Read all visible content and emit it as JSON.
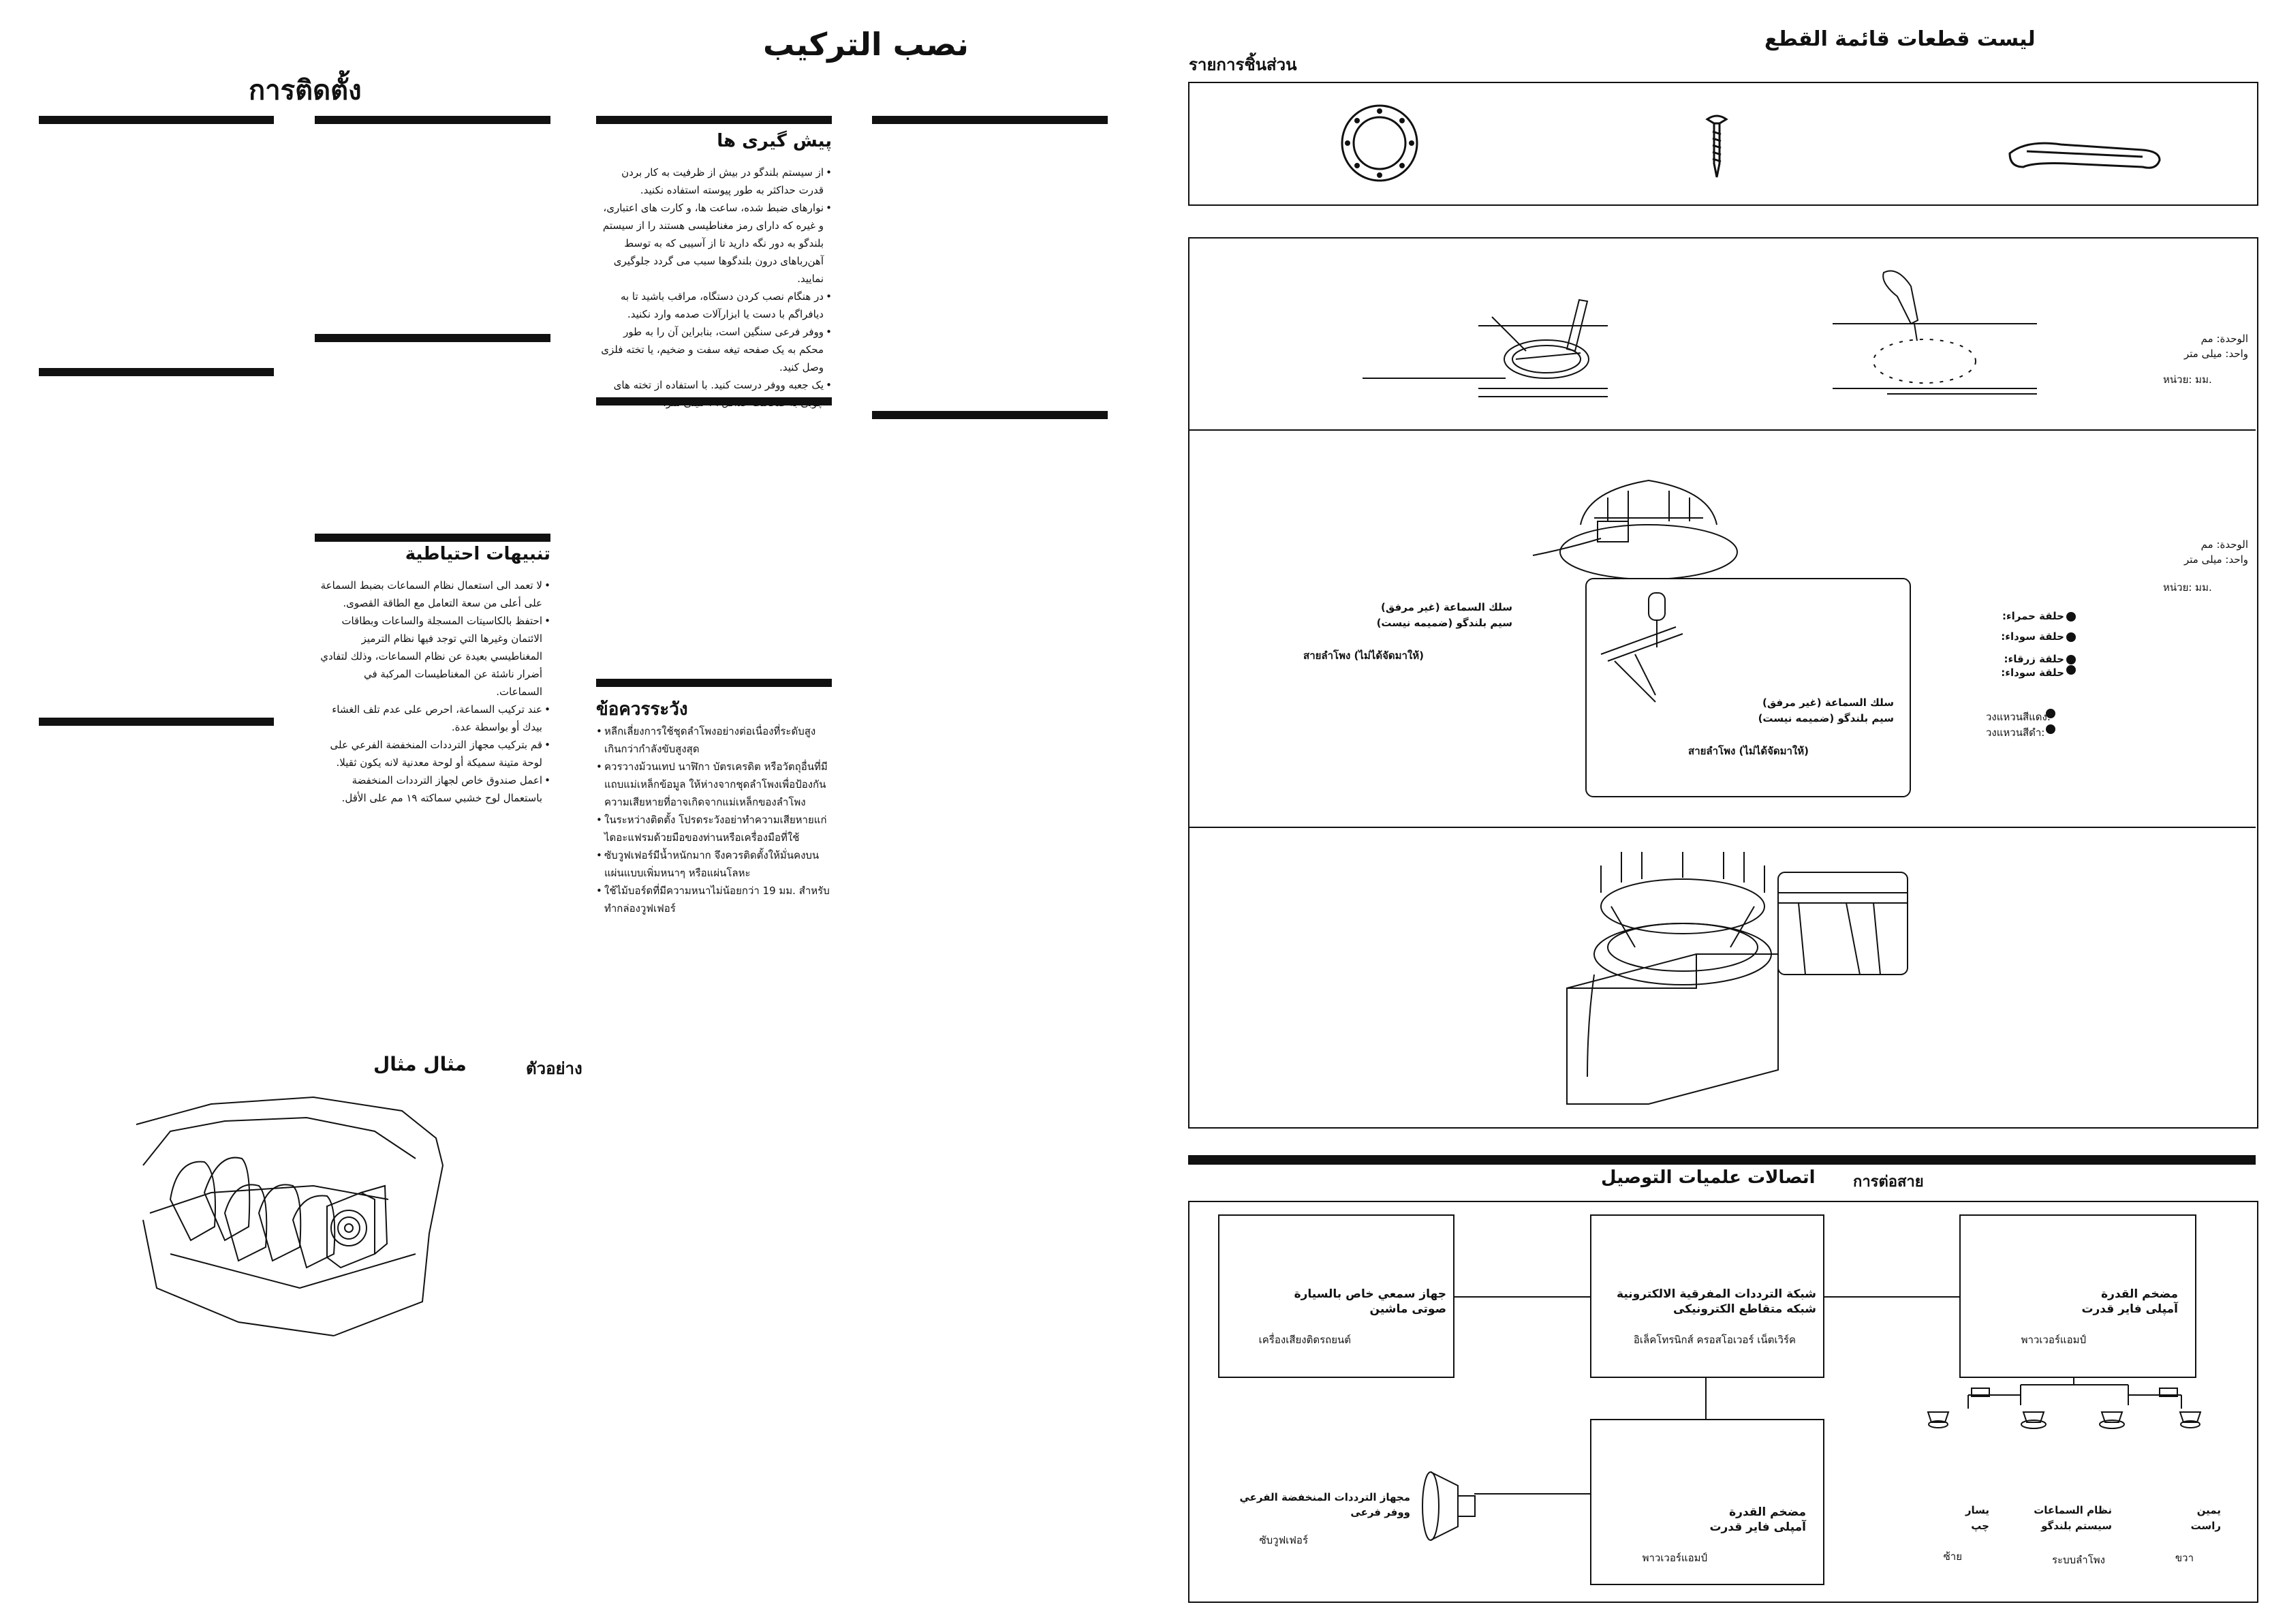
{
  "left_page": {
    "title_arabic": "نصب التركيب",
    "title_thai": "การติดตั้ง",
    "persian_precautions": {
      "title": "پیش گیری ها",
      "items": [
        "از سیستم بلندگو در بیش از ظرفیت به کار بردن قدرت حداکثر به طور پیوسته استفاده نکنید.",
        "نوارهای ضبط شده، ساعت ها، و کارت های اعتباری، و غیره که دارای رمز مغناطیسی هستند را از سیستم بلندگو به دور نگه دارید تا از آسیبی که به توسط آهن‌رباهای درون بلندگوها سبب می گردد جلوگیری نمایید.",
        "در هنگام نصب کردن دستگاه، مراقب باشید تا به دیافراگم با دست یا ابزارآلات صدمه وارد نکنید.",
        "ووفر فرعی سنگین است، بنابراین آن را به طور محکم به یک صفحه تیغه سفت و ضخیم، یا تخته فلزی وصل کنید.",
        "یک جعبه ووفر درست کنید. با استفاده از تخته های چوبی به ضخامت حداقل ۱۹ میلی متر."
      ]
    },
    "arabic_precautions": {
      "title": "تنبيهات احتياطية",
      "items": [
        "لا تعمد الى استعمال نظام السماعات بضبط السماعة على أعلى من سعة التعامل مع الطاقة القصوى.",
        "احتفظ بالكاسيتات المسجلة والساعات وبطاقات الائتمان وغيرها التي توجد فيها نظام الترميز المغناطيسي بعيدة عن نظام السماعات، وذلك لتفادي أضرار ناشئة عن المغناطيسات المركبة في السماعات.",
        "عند تركيب السماعة، احرص على عدم تلف الغشاء بيدك أو بواسطة عدة.",
        "قم بتركيب مجهاز الترددات المنخفضة الفرعي على لوحة متينة سميكة أو لوحة معدنية لانه يكون ثقيلا.",
        "اعمل صندوق خاص لجهاز الترددات المنخفضة باستعمال لوح خشبي سماكته ١٩ مم على الأقل."
      ]
    },
    "thai_precautions": {
      "title": "ข้อควรระวัง",
      "items": [
        "หลีกเลี่ยงการใช้ชุดลำโพงอย่างต่อเนื่องที่ระดับสูงเกินกว่ากำลังขับสูงสุด",
        "ควรวางม้วนเทป นาฬิกา บัตรเครดิต หรือวัตถุอื่นที่มีแถบแม่เหล็กข้อมูล ให้ห่างจากชุดลำโพงเพื่อป้องกันความเสียหายที่อาจเกิดจากแม่เหล็กของลำโพง",
        "ในระหว่างติดตั้ง โปรดระวังอย่าทำความเสียหายแก่ไดอะแฟรมด้วยมือของท่านหรือเครื่องมือที่ใช้",
        "ซับวูฟเฟอร์มีน้ำหนักมาก จึงควรติดตั้งให้มั่นคงบนแผ่นแบบเพิ่มหนาๆ หรือแผ่นโลหะ",
        "ใช้ไม้บอร์ดที่มีความหนาไม่น้อยกว่า 19 มม. สำหรับทำกล่องวูฟเฟอร์"
      ]
    },
    "example_arabic": "مثال مثال",
    "example_thai": "ตัวอย่าง"
  },
  "right_page": {
    "parts_title_arabic": "ليست قطعات قائمة القطع",
    "parts_title_thai": "รายการชิ้นส่วน",
    "units": {
      "arabic": "الوحدة: مم",
      "persian": "واحد: میلی متر",
      "thai": "หน่วย: มม."
    },
    "wiring_labels": {
      "speaker_cord_ar": "سلك السماعة (غير مرفق)",
      "speaker_cord_fa": "سیم بلندگو (ضمیمه نیست)",
      "speaker_cord_th": "สายลำโพง (ไม่ได้จัดมาให้)",
      "ring_red": "حلقة حمراء:",
      "ring_black": "حلقة سوداء:",
      "ring_blue": "حلقة زرقاء:",
      "ring_green": "حلقة سوداء:",
      "th_red": "วงแหวนสีแดง:",
      "th_black": "วงแหวนสีดำ:"
    },
    "connections": {
      "title_arabic": "اتصالات علميات التوصيل",
      "title_thai": "การต่อสาย",
      "car_audio": {
        "ar": "جهاز سمعي خاص بالسيارة",
        "fa": "صوتی ماشین",
        "th": "เครื่องเสียงติดรถยนต์"
      },
      "crossover": {
        "ar": "شبكة الترددات المفرقية الالكترونية",
        "fa": "شبکه متقاطع الکترونیکی",
        "th": "อิเล็คโทรนิกส์ ครอสโอเวอร์ เน็ตเวิร์ค"
      },
      "power_amp_top": {
        "ar": "مضخم القدرة",
        "fa": "آمپلی فایر قدرت",
        "th": "พาวเวอร์แอมป์"
      },
      "power_amp_bottom": {
        "ar": "مضخم القدرة",
        "fa": "آمپلی فایر قدرت",
        "th": "พาวเวอร์แอมป์"
      },
      "subwoofer": {
        "ar": "مجهاز الترددات المنخفضة الفرعي",
        "fa": "ووفر فرعی",
        "th": "ซับวูฟเฟอร์"
      },
      "left": {
        "ar": "يسار",
        "fa": "چپ",
        "th": "ซ้าย"
      },
      "speaker_system": {
        "ar": "نظام السماعات",
        "fa": "سیستم بلندگو",
        "th": "ระบบลำโพง"
      },
      "right": {
        "ar": "يمين",
        "fa": "راست",
        "th": "ขวา"
      }
    }
  }
}
